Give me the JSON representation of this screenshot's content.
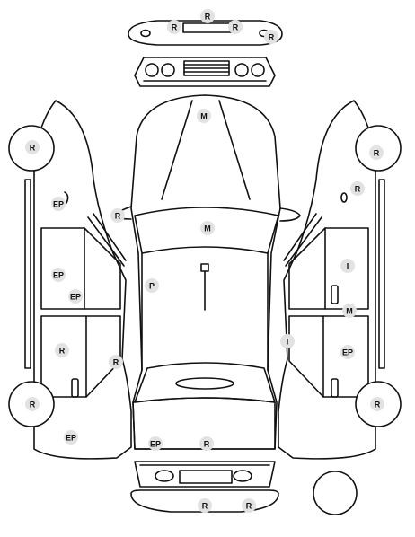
{
  "diagram": {
    "marker_fill": "#e2e2e2",
    "line_color": "#111111",
    "markers": [
      {
        "id": "front-bumper-top",
        "label": "R"
      },
      {
        "id": "front-bumper-left",
        "label": "R"
      },
      {
        "id": "front-bumper-right",
        "label": "R"
      },
      {
        "id": "front-bumper-corner",
        "label": "R"
      },
      {
        "id": "hood",
        "label": "M"
      },
      {
        "id": "left-front-wheel",
        "label": "R"
      },
      {
        "id": "left-fender",
        "label": "EP"
      },
      {
        "id": "left-mirror",
        "label": "R"
      },
      {
        "id": "roof",
        "label": "M"
      },
      {
        "id": "left-front-door",
        "label": "EP"
      },
      {
        "id": "left-front-door-handle",
        "label": "EP"
      },
      {
        "id": "cabin",
        "label": "P"
      },
      {
        "id": "left-rear-door",
        "label": "R"
      },
      {
        "id": "left-sill",
        "label": "R"
      },
      {
        "id": "left-rear-wheel",
        "label": "R"
      },
      {
        "id": "left-quarter",
        "label": "EP"
      },
      {
        "id": "trunk-left",
        "label": "EP"
      },
      {
        "id": "trunk-center",
        "label": "R"
      },
      {
        "id": "rear-bumper-left",
        "label": "R"
      },
      {
        "id": "rear-bumper-right",
        "label": "R"
      },
      {
        "id": "right-front-wheel",
        "label": "R"
      },
      {
        "id": "right-fender",
        "label": "R"
      },
      {
        "id": "right-front-door",
        "label": "I"
      },
      {
        "id": "right-door-edge",
        "label": "M"
      },
      {
        "id": "right-sill",
        "label": "I"
      },
      {
        "id": "right-rear-door",
        "label": "EP"
      },
      {
        "id": "right-rear-wheel",
        "label": "R"
      }
    ]
  }
}
